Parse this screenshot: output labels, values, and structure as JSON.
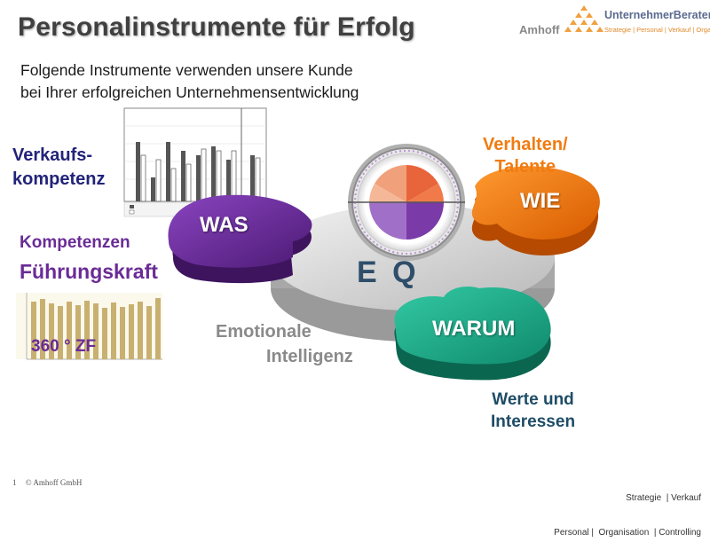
{
  "header": {
    "title": "Personalinstrumente für Erfolg",
    "subtitle_line1": "Folgende Instrumente verwenden unsere Kunde",
    "subtitle_line2": "bei Ihrer erfolgreichen Unternehmensentwicklung"
  },
  "logo": {
    "name": "Amhoff",
    "brand": "UnternehmerBerater",
    "tagline": "Strategie | Personal | Verkauf | Organisation"
  },
  "labels": {
    "verkauf_1": "Verkaufs-",
    "verkauf_2": "kompetenz",
    "kompetenzen": "Kompetenzen",
    "fuehrung": "Führungskraft",
    "zf": "360 ° ZF",
    "verhalten_1": "Verhalten/",
    "verhalten_2": "Talente",
    "emotionale": "Emotionale",
    "intelligenz": "Intelligenz",
    "werte_1": "Werte und",
    "werte_2": "Interessen"
  },
  "puzzle": {
    "was": "WAS",
    "wie": "WIE",
    "warum": "WARUM",
    "eq": "E Q"
  },
  "colors": {
    "purple": "#6a2b96",
    "orange": "#f07c12",
    "teal": "#1aa88a",
    "navy": "#23237a",
    "gray_disc": "#bdbdbd"
  },
  "footer": {
    "page": "1",
    "copyright": "© Amhoff GmbH",
    "right_line1": "Strategie  | Verkauf",
    "right_line2": "Personal |  Organisation  | Controlling"
  }
}
